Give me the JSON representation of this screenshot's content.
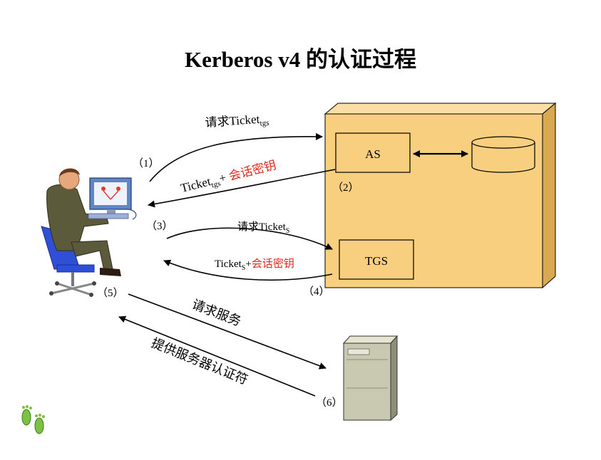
{
  "title": "Kerberos v4 的认证过程",
  "nodes": {
    "as": "AS",
    "tgs": "TGS"
  },
  "step_numbers": {
    "s1": "（1）",
    "s2": "（2）",
    "s3": "（3）",
    "s4": "（4）",
    "s5": "（5）",
    "s6": "（6）"
  },
  "messages": {
    "m1_prefix": "请求Ticket",
    "m1_sub": "tgs",
    "m2_ticket": "Ticket",
    "m2_sub": "tgs",
    "m2_plus": "+ ",
    "m2_key": "会话密钥",
    "m3_prefix": "请求Ticket",
    "m3_sub": "S",
    "m4_ticket": "Ticket",
    "m4_sub": "S",
    "m4_plus": "+",
    "m4_key": "会话密钥",
    "m5": "请求服务",
    "m6": "提供服务器认证符"
  },
  "colors": {
    "server_box": "#f7cf7e",
    "highlight_text": "#e8291f",
    "arrow": "#000000",
    "file_server": "#c9c8b0"
  },
  "icons": [
    "user-at-computer-icon",
    "database-icon",
    "file-server-icon",
    "footprints-icon"
  ]
}
